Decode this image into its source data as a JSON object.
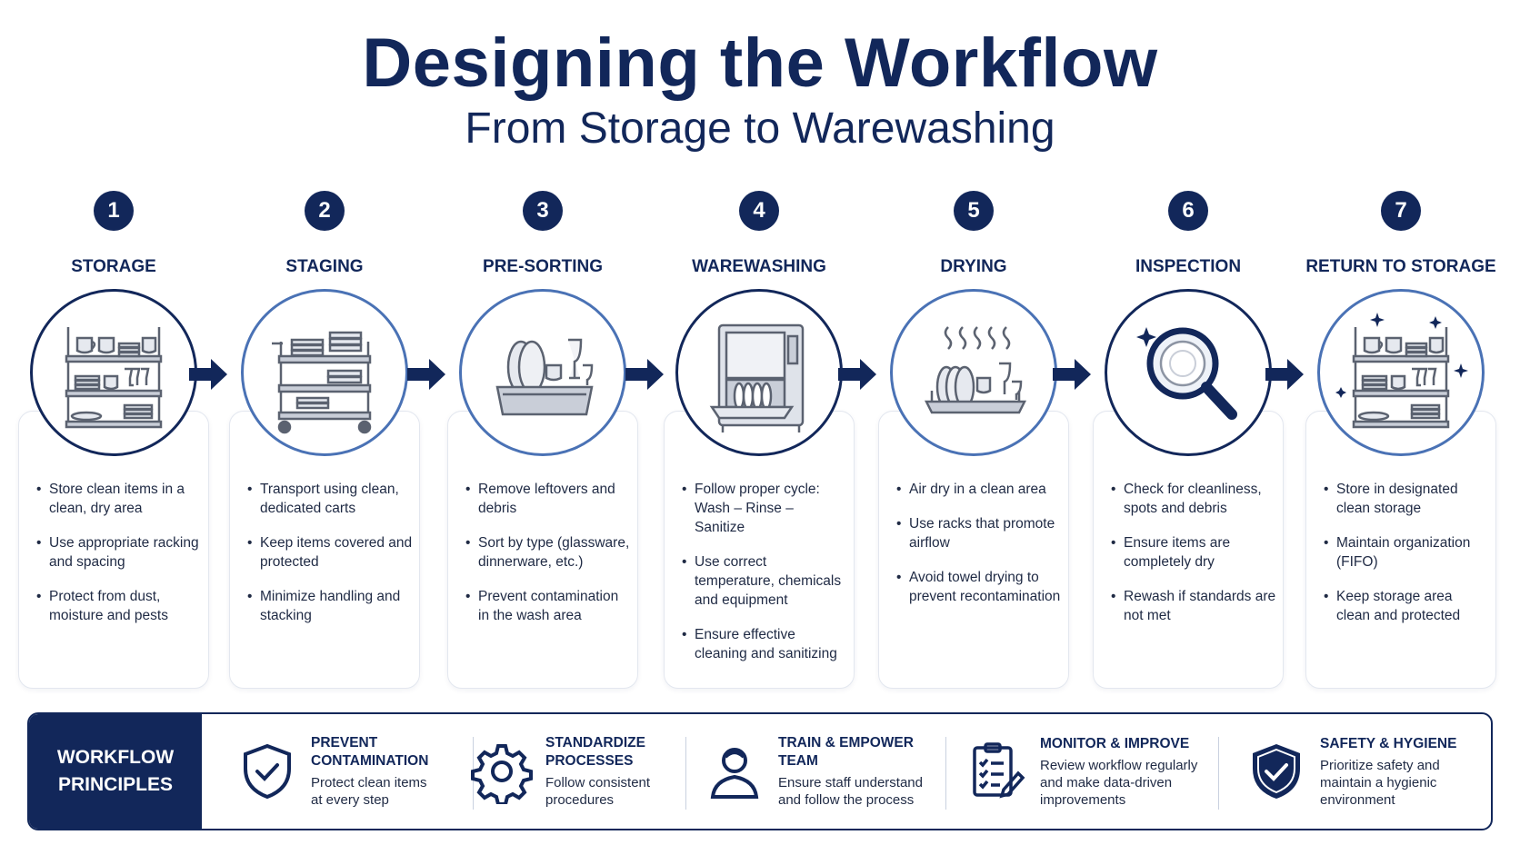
{
  "header": {
    "title": "Designing the Workflow",
    "subtitle": "From Storage to Warewashing"
  },
  "colors": {
    "navy": "#12275a",
    "accent": "#4a72b5",
    "grey_icon": "#8c94a3"
  },
  "steps": [
    {
      "number": "1",
      "label": "STORAGE",
      "icon": "storage-shelf-icon",
      "bullets": [
        "Store clean items in a clean, dry area",
        "Use appropriate racking and spacing",
        "Protect from dust, moisture and pests"
      ]
    },
    {
      "number": "2",
      "label": "STAGING",
      "icon": "cart-icon",
      "bullets": [
        "Transport using clean, dedicated carts",
        "Keep items covered and protected",
        "Minimize handling and stacking"
      ]
    },
    {
      "number": "3",
      "label": "PRE-SORTING",
      "icon": "sorting-bin-icon",
      "bullets": [
        "Remove leftovers and debris",
        "Sort by type (glassware, dinnerware, etc.)",
        "Prevent contamination in the wash area"
      ]
    },
    {
      "number": "4",
      "label": "WAREWASHING",
      "icon": "dishwasher-icon",
      "bullets": [
        "Follow proper cycle: Wash – Rinse – Sanitize",
        "Use correct temperature, chemicals and equipment",
        "Ensure effective cleaning and sanitizing"
      ]
    },
    {
      "number": "5",
      "label": "DRYING",
      "icon": "drying-rack-icon",
      "bullets": [
        "Air dry in a clean area",
        "Use racks that promote airflow",
        "Avoid towel drying to prevent recontamination"
      ]
    },
    {
      "number": "6",
      "label": "INSPECTION",
      "icon": "magnifier-icon",
      "bullets": [
        "Check for cleanliness, spots and debris",
        "Ensure items are completely dry",
        "Rewash if standards are not met"
      ]
    },
    {
      "number": "7",
      "label": "RETURN TO STORAGE",
      "icon": "sparkling-shelf-icon",
      "bullets": [
        "Store in designated clean storage",
        "Maintain organization (FIFO)",
        "Keep storage area clean and protected"
      ]
    }
  ],
  "principles": {
    "heading": "WORKFLOW PRINCIPLES",
    "items": [
      {
        "title": "PREVENT CONTAMINATION",
        "desc": "Protect clean items at every step",
        "icon": "shield-check-icon"
      },
      {
        "title": "STANDARDIZE PROCESSES",
        "desc": "Follow consistent procedures",
        "icon": "gear-icon"
      },
      {
        "title": "TRAIN & EMPOWER TEAM",
        "desc": "Ensure staff understand and follow the process",
        "icon": "person-icon"
      },
      {
        "title": "MONITOR & IMPROVE",
        "desc": "Review workflow regularly and make data-driven improvements",
        "icon": "checklist-icon"
      },
      {
        "title": "SAFETY & HYGIENE",
        "desc": "Prioritize safety and maintain a hygienic environment",
        "icon": "shield-filled-icon"
      }
    ]
  }
}
